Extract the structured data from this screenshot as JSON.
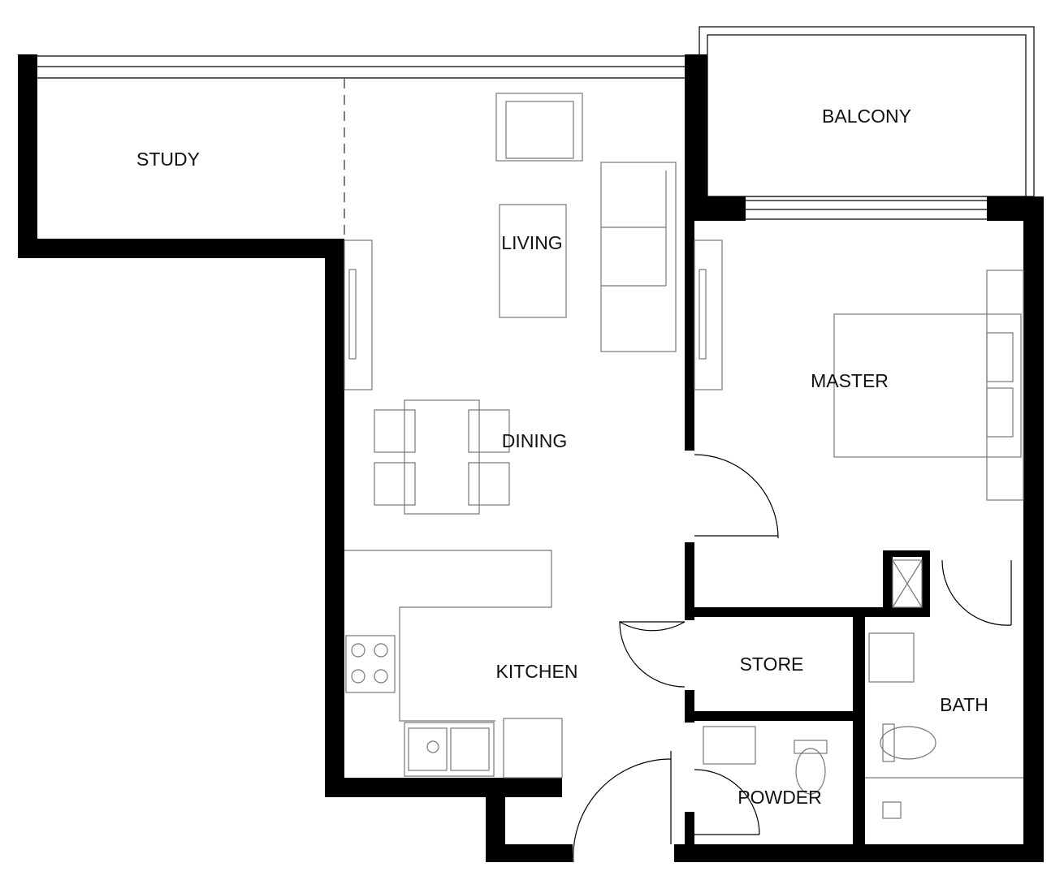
{
  "rooms": {
    "study": "STUDY",
    "living": "LIVING",
    "balcony": "BALCONY",
    "master": "MASTER",
    "dining": "DINING",
    "kitchen": "KITCHEN",
    "store": "STORE",
    "bath": "BATH",
    "powder": "POWDER"
  }
}
